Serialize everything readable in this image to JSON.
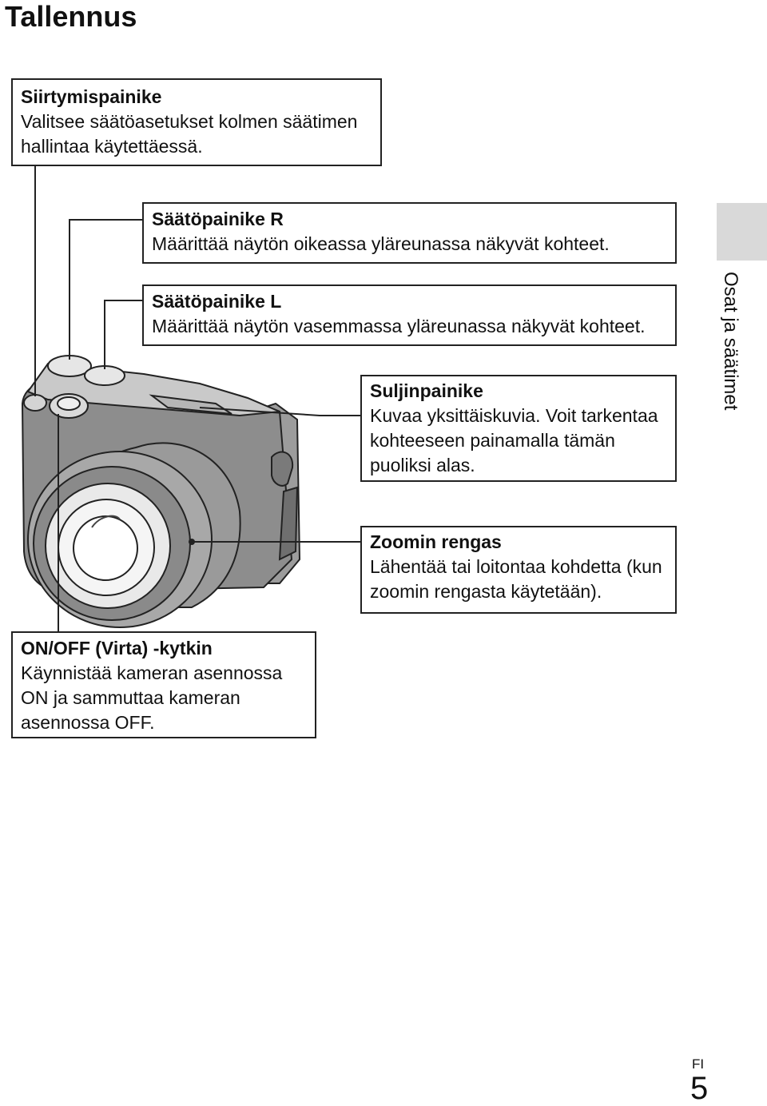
{
  "page": {
    "title": "Tallennus",
    "side_tab_label": "Osat ja säätimet",
    "language_code": "FI",
    "page_number": "5"
  },
  "callouts": {
    "siirtymispainike": {
      "title": "Siirtymispainike",
      "description": "Valitsee säätöasetukset kolmen säätimen hallintaa käytettäessä."
    },
    "saatopainike_r": {
      "title": "Säätöpainike R",
      "description": "Määrittää näytön oikeassa yläreunassa näkyvät kohteet."
    },
    "saatopainike_l": {
      "title": "Säätöpainike L",
      "description": "Määrittää näytön vasemmassa yläreunassa näkyvät kohteet."
    },
    "suljinpainike": {
      "title": "Suljinpainike",
      "description": "Kuvaa yksittäiskuvia. Voit tarkentaa kohteeseen painamalla tämän puoliksi alas."
    },
    "zoomin_rengas": {
      "title": "Zoomin rengas",
      "description": "Lähentää tai loitontaa kohdetta (kun zoomin rengasta käytetään)."
    },
    "on_off": {
      "title": "ON/OFF (Virta) -kytkin",
      "description": "Käynnistää kameran asennossa ON ja sammuttaa kameran asennossa OFF."
    }
  },
  "colors": {
    "camera_body": "#8d8d8d",
    "camera_top": "#c9c9c9",
    "lens_barrel": "#9a9a9a",
    "side_tab": "#d9d9d9",
    "leader_line": "#222222"
  }
}
